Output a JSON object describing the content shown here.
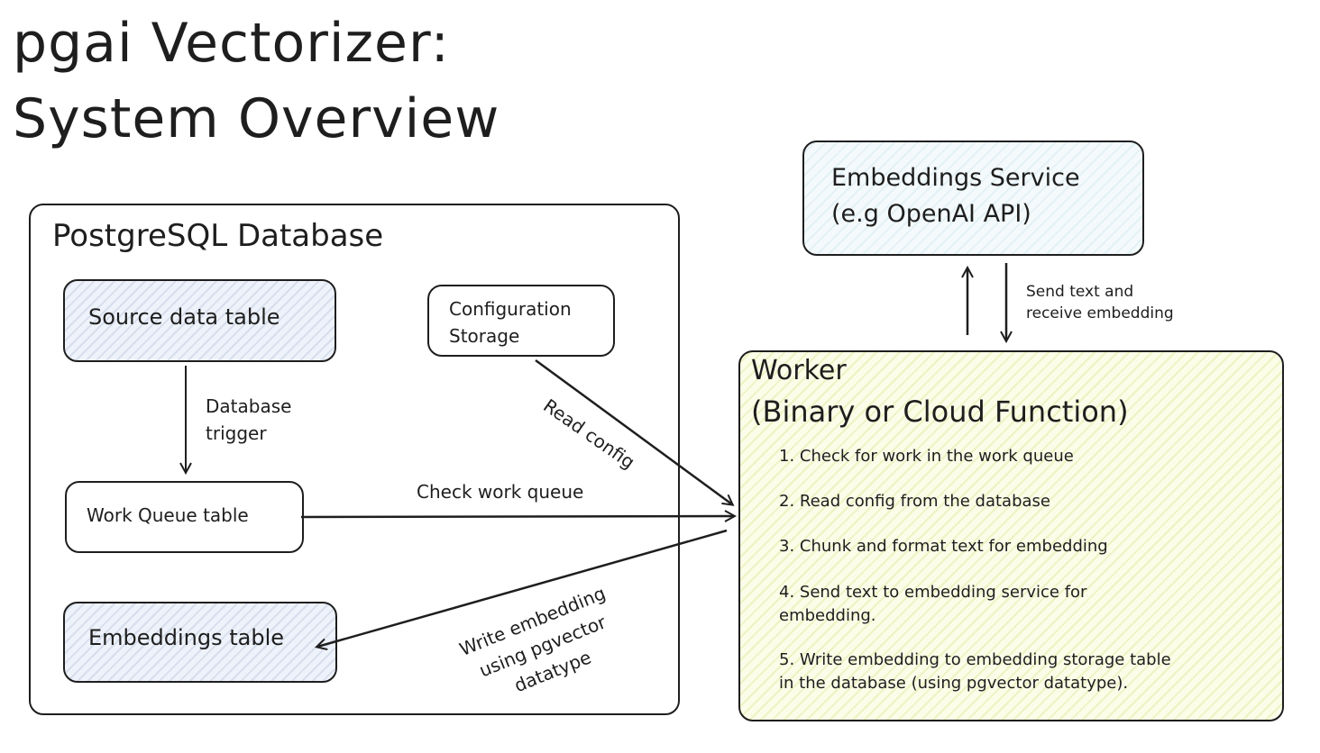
{
  "title": {
    "line1": "pgai Vectorizer:",
    "line2": "System Overview"
  },
  "database": {
    "title": "PostgreSQL Database",
    "source_table": "Source data table",
    "config_line1": "Configuration",
    "config_line2": "Storage",
    "trigger_line1": "Database",
    "trigger_line2": "trigger",
    "work_queue": "Work Queue table",
    "embeddings_table": "Embeddings table"
  },
  "embeddings_service": {
    "line1": "Embeddings Service",
    "line2": "(e.g OpenAI API)"
  },
  "edges": {
    "send_line1": "Send text and",
    "send_line2": "receive embedding",
    "read_config": "Read config",
    "check_queue": "Check work queue",
    "write_line1": "Write embedding",
    "write_line2": "using pgvector",
    "write_line3": "datatype"
  },
  "worker": {
    "title_line1": "Worker",
    "title_line2": "(Binary or Cloud Function)",
    "steps": [
      "1. Check for work in the work queue",
      "2. Read config from the database",
      "3. Chunk and format text for embedding",
      "4. Send text to embedding service for",
      "embedding.",
      "5. Write embedding to embedding storage table",
      "in the database (using pgvector datatype)."
    ]
  },
  "colors": {
    "stroke": "#1e1e1e",
    "blue_fill": "#e7ecf6",
    "green_fill": "#f6f9d6",
    "lightblue_fill": "#eef7fa"
  }
}
